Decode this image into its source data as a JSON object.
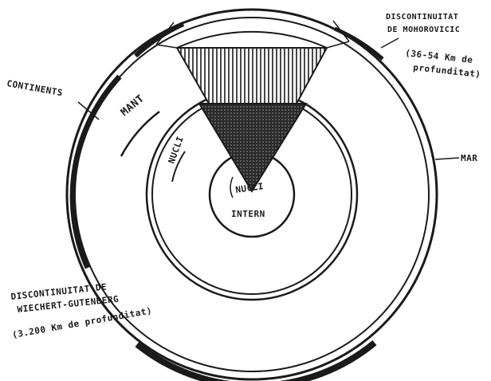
{
  "labels": {
    "moho_line1": "DISCONTINUITAT",
    "moho_line2": "DE MOHOROVICIC",
    "moho_depth_line1": "(36-54 Km de",
    "moho_depth_line2": "profunditat)",
    "continents": "CONTINENTS",
    "mant": "MANT",
    "nucli": "NUCLI",
    "nucli_intern_line1": "NUCLI",
    "nucli_intern_line2": "INTERN",
    "mar": "MAR",
    "wg_line1": "DISCONTINUITAT DE",
    "wg_line2": "WIECHERT-GUTENBERG",
    "wg_line3": "(3.200 Km de profunditat)"
  },
  "colors": {
    "ink": "#1a1a1a",
    "paper": "#ffffff"
  }
}
